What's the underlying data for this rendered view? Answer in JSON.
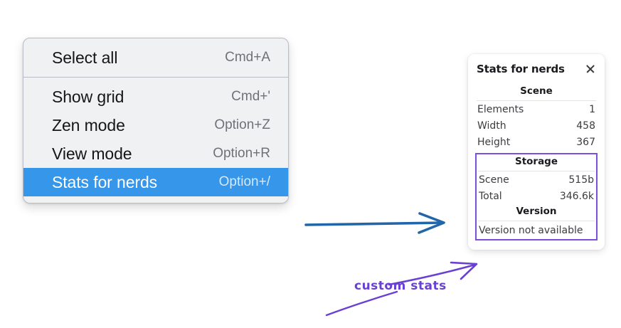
{
  "context_menu": {
    "groups": [
      {
        "items": [
          {
            "label": "Select all",
            "accel": "Cmd+A",
            "selected": false
          }
        ]
      },
      {
        "items": [
          {
            "label": "Show grid",
            "accel": "Cmd+'",
            "selected": false
          },
          {
            "label": "Zen mode",
            "accel": "Option+Z",
            "selected": false
          },
          {
            "label": "View mode",
            "accel": "Option+R",
            "selected": false
          },
          {
            "label": "Stats for nerds",
            "accel": "Option+/",
            "selected": true
          }
        ]
      }
    ],
    "selected_background": "#3596ea"
  },
  "stats_panel": {
    "title": "Stats for nerds",
    "close_icon": "close-icon",
    "scene": {
      "heading": "Scene",
      "rows": [
        {
          "key": "Elements",
          "value": "1"
        },
        {
          "key": "Width",
          "value": "458"
        },
        {
          "key": "Height",
          "value": "367"
        }
      ]
    },
    "storage": {
      "heading": "Storage",
      "rows": [
        {
          "key": "Scene",
          "value": "515b"
        },
        {
          "key": "Total",
          "value": "346.6k"
        }
      ]
    },
    "version": {
      "heading": "Version",
      "text": "Version not available"
    },
    "highlight_border_color": "#7b4fdb"
  },
  "annotations": {
    "blue_arrow_color": "#2266aa",
    "purple_color": "#6a3fd4",
    "note": "custom stats"
  }
}
